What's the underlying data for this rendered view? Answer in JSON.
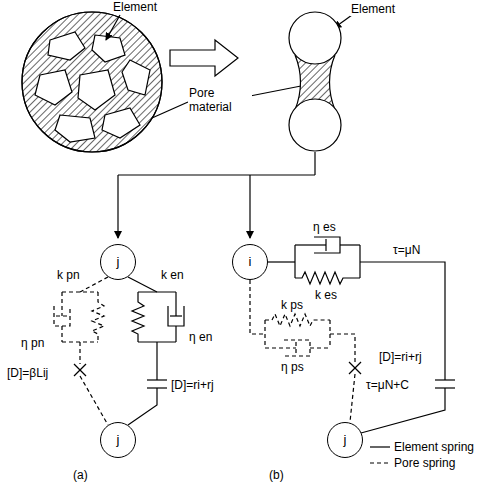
{
  "diagram": {
    "nodes": [
      {
        "text": [
          "j"
        ]
      },
      {
        "text": [
          "j"
        ]
      },
      {
        "text": [
          "i"
        ]
      },
      {
        "text": [
          "j"
        ]
      }
    ],
    "labels": [
      "Element",
      "Pore material",
      "Element",
      "k pn",
      "k en",
      "η pn",
      "η en",
      "[D]=βLij",
      "[D]=ri+rj",
      "(a)",
      "η es",
      "k es",
      "τ=μN",
      "[D]=ri+rj",
      "k ps",
      "η ps",
      "τ=μN+C",
      "(b)"
    ],
    "legend": [
      {
        "text": "Element spring"
      },
      {
        "text": "Pore spring"
      }
    ]
  }
}
